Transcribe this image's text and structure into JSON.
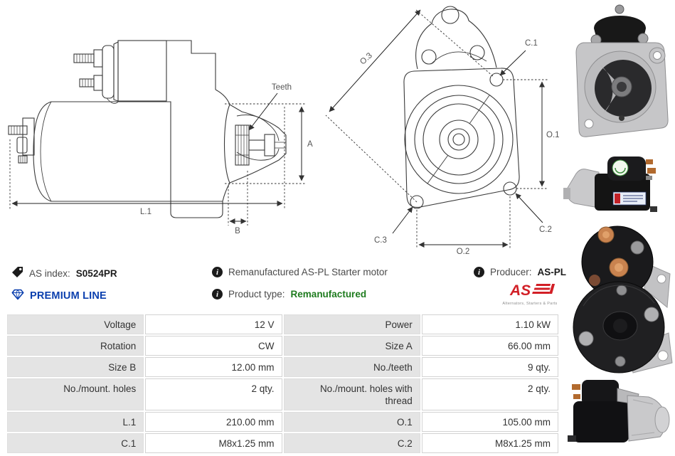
{
  "drawings": {
    "side_view": {
      "labels": {
        "teeth": "Teeth",
        "a": "A",
        "l1": "L.1",
        "b": "B"
      }
    },
    "front_view": {
      "labels": {
        "o3": "O.3",
        "c1": "C.1",
        "o1": "O.1",
        "c2": "C.2",
        "c3": "C.3",
        "o2": "O.2"
      }
    }
  },
  "info": {
    "as_index_label": "AS index:",
    "as_index_value": "S0524PR",
    "premium_line_label": "PREMIUM LINE",
    "description": "Remanufactured AS-PL Starter motor",
    "product_type_label": "Product type:",
    "product_type_value": "Remanufactured",
    "producer_label": "Producer:",
    "producer_value": "AS-PL",
    "logo_text": "AS",
    "logo_subtext": "Alternators, Starters & Parts"
  },
  "icons": {
    "as_index": "tag-icon",
    "premium_line": "diamond-icon",
    "description": "info-icon",
    "product_type": "info-icon",
    "producer": "info-icon"
  },
  "colors": {
    "premium_blue": "#0a3fae",
    "remanufactured_green": "#1e7b1e",
    "logo_red": "#d21f26",
    "table_label_bg": "#e4e4e4",
    "table_border": "#d3d3d3",
    "drawing_line": "#3a3a3a",
    "text": "#333333"
  },
  "photos": {
    "items": [
      {
        "name": "starter-front-view-photo"
      },
      {
        "name": "starter-side-view-photo"
      },
      {
        "name": "starter-rear-view-photo"
      },
      {
        "name": "starter-angle-view-photo"
      }
    ]
  },
  "spec_table": {
    "rows": [
      {
        "label1": "Voltage",
        "value1": "12 V",
        "label2": "Power",
        "value2": "1.10 kW"
      },
      {
        "label1": "Rotation",
        "value1": "CW",
        "label2": "Size A",
        "value2": "66.00 mm"
      },
      {
        "label1": "Size B",
        "value1": "12.00 mm",
        "label2": "No./teeth",
        "value2": "9 qty."
      },
      {
        "label1": "No./mount. holes",
        "value1": "2 qty.",
        "label2": "No./mount. holes with thread",
        "value2": "2 qty."
      },
      {
        "label1": "L.1",
        "value1": "210.00 mm",
        "label2": "O.1",
        "value2": "105.00 mm"
      },
      {
        "label1": "C.1",
        "value1": "M8x1.25 mm",
        "label2": "C.2",
        "value2": "M8x1.25 mm"
      }
    ]
  }
}
